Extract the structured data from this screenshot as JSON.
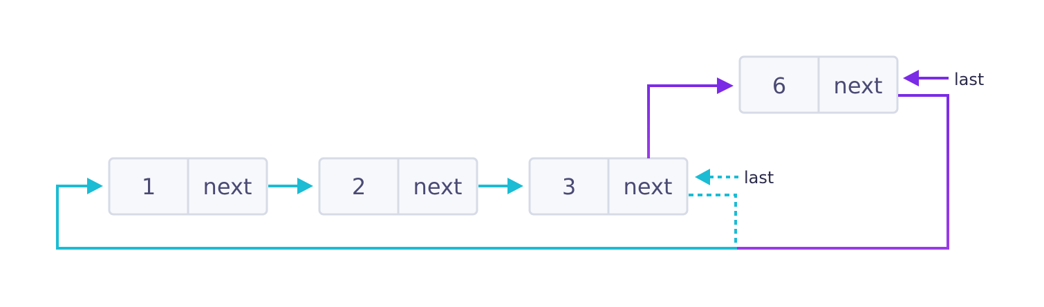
{
  "nodes": [
    {
      "value": "1",
      "pointer": "next"
    },
    {
      "value": "2",
      "pointer": "next"
    },
    {
      "value": "3",
      "pointer": "next"
    },
    {
      "value": "6",
      "pointer": "next"
    }
  ],
  "labels": {
    "old_last": "last",
    "new_last": "last"
  },
  "colors": {
    "old_link": "#1bbcd4",
    "new_link": "#8a2be2",
    "node_fill": "#f7f8fc",
    "node_border": "#d6dbe6",
    "text": "#4a4a74"
  }
}
